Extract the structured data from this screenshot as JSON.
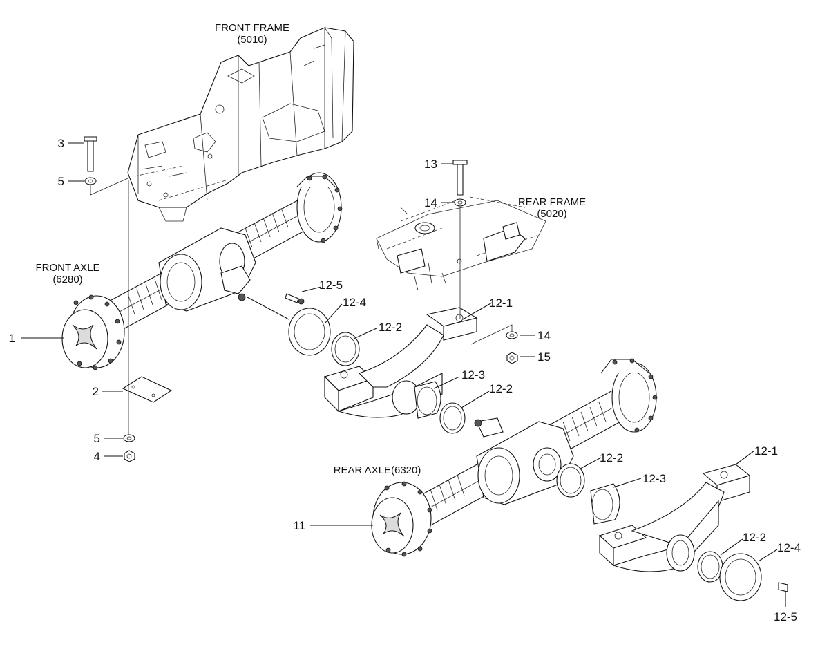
{
  "assembly_titles": {
    "front_frame_name": "FRONT FRAME",
    "front_frame_code": "(5010)",
    "rear_frame_name": "REAR FRAME",
    "rear_frame_code": "(5020)",
    "front_axle_name": "FRONT AXLE",
    "front_axle_code": "(6280)",
    "rear_axle": "REAR AXLE(6320)"
  },
  "callouts": [
    {
      "id": "1",
      "label": "1"
    },
    {
      "id": "2",
      "label": "2"
    },
    {
      "id": "3",
      "label": "3"
    },
    {
      "id": "4",
      "label": "4"
    },
    {
      "id": "5a",
      "label": "5"
    },
    {
      "id": "5b",
      "label": "5"
    },
    {
      "id": "11",
      "label": "11"
    },
    {
      "id": "12-1a",
      "label": "12-1"
    },
    {
      "id": "12-1b",
      "label": "12-1"
    },
    {
      "id": "12-2a",
      "label": "12-2"
    },
    {
      "id": "12-2b",
      "label": "12-2"
    },
    {
      "id": "12-2c",
      "label": "12-2"
    },
    {
      "id": "12-2d",
      "label": "12-2"
    },
    {
      "id": "12-3a",
      "label": "12-3"
    },
    {
      "id": "12-3b",
      "label": "12-3"
    },
    {
      "id": "12-4a",
      "label": "12-4"
    },
    {
      "id": "12-4b",
      "label": "12-4"
    },
    {
      "id": "12-5a",
      "label": "12-5"
    },
    {
      "id": "12-5b",
      "label": "12-5"
    },
    {
      "id": "13",
      "label": "13"
    },
    {
      "id": "14a",
      "label": "14"
    },
    {
      "id": "14b",
      "label": "14"
    },
    {
      "id": "15",
      "label": "15"
    }
  ]
}
